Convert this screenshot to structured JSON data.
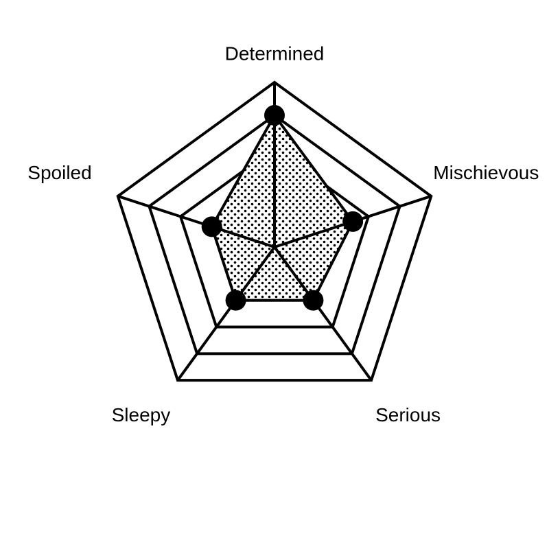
{
  "chart_data": {
    "type": "radar",
    "title": "",
    "axes": [
      {
        "name": "Determined",
        "value": 4
      },
      {
        "name": "Mischievous",
        "value": 2.5
      },
      {
        "name": "Serious",
        "value": 2
      },
      {
        "name": "Sleepy",
        "value": 2
      },
      {
        "name": "Spoiled",
        "value": 2
      }
    ],
    "range": [
      0,
      5
    ],
    "rings": [
      1,
      2,
      3,
      4,
      5
    ],
    "grid": true,
    "legend": "none",
    "colors": {
      "line": "#000000",
      "fill_pattern": "dots",
      "background": "#ffffff"
    }
  }
}
